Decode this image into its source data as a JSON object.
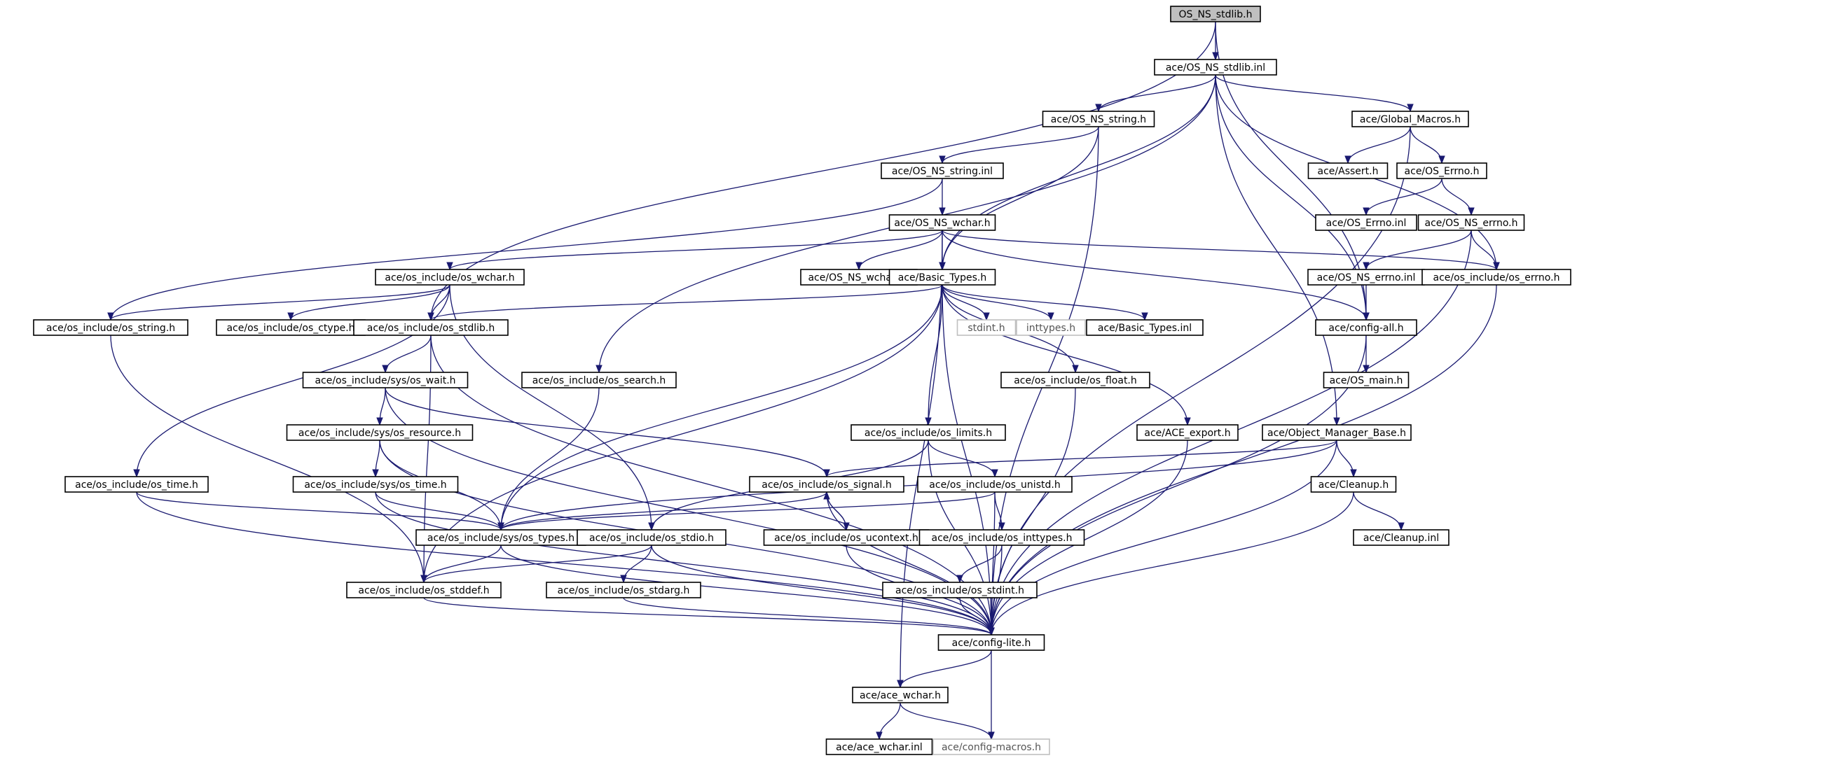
{
  "title": "OS_NS_stdlib.h",
  "colors": {
    "edge": "#191970",
    "root_fill": "#bfbfbf",
    "external_border": "#bfbfbf",
    "node_border": "#000000",
    "background": "#ffffff"
  },
  "nodes": [
    {
      "id": "root",
      "label": "OS_NS_stdlib.h",
      "kind": "root"
    },
    {
      "id": "stdlib_inl",
      "label": "ace/OS_NS_stdlib.inl"
    },
    {
      "id": "os_ns_string_h",
      "label": "ace/OS_NS_string.h"
    },
    {
      "id": "global_macros",
      "label": "ace/Global_Macros.h"
    },
    {
      "id": "os_ns_string_inl",
      "label": "ace/OS_NS_string.inl"
    },
    {
      "id": "assert_h",
      "label": "ace/Assert.h"
    },
    {
      "id": "os_errno_h",
      "label": "ace/OS_Errno.h"
    },
    {
      "id": "os_errno_inl",
      "label": "ace/OS_Errno.inl"
    },
    {
      "id": "os_ns_errno_h",
      "label": "ace/OS_NS_errno.h"
    },
    {
      "id": "os_ns_wchar_h",
      "label": "ace/OS_NS_wchar.h"
    },
    {
      "id": "oi_os_wchar_h",
      "label": "ace/os_include/os_wchar.h"
    },
    {
      "id": "os_ns_wchar_inl",
      "label": "ace/OS_NS_wchar.inl"
    },
    {
      "id": "basic_types_h",
      "label": "ace/Basic_Types.h"
    },
    {
      "id": "os_ns_errno_inl",
      "label": "ace/OS_NS_errno.inl"
    },
    {
      "id": "oi_os_errno_h",
      "label": "ace/os_include/os_errno.h"
    },
    {
      "id": "oi_os_string_h",
      "label": "ace/os_include/os_string.h"
    },
    {
      "id": "oi_os_ctype_h",
      "label": "ace/os_include/os_ctype.h"
    },
    {
      "id": "oi_os_stdlib_h",
      "label": "ace/os_include/os_stdlib.h"
    },
    {
      "id": "stdint_h",
      "label": "stdint.h",
      "kind": "external"
    },
    {
      "id": "inttypes_h",
      "label": "inttypes.h",
      "kind": "external"
    },
    {
      "id": "basic_types_inl",
      "label": "ace/Basic_Types.inl"
    },
    {
      "id": "config_all_h",
      "label": "ace/config-all.h"
    },
    {
      "id": "oi_sys_os_wait_h",
      "label": "ace/os_include/sys/os_wait.h"
    },
    {
      "id": "oi_os_search_h",
      "label": "ace/os_include/os_search.h"
    },
    {
      "id": "oi_os_float_h",
      "label": "ace/os_include/os_float.h"
    },
    {
      "id": "os_main_h",
      "label": "ace/OS_main.h"
    },
    {
      "id": "oi_sys_os_resource_h",
      "label": "ace/os_include/sys/os_resource.h"
    },
    {
      "id": "oi_os_limits_h",
      "label": "ace/os_include/os_limits.h"
    },
    {
      "id": "ace_export_h",
      "label": "ace/ACE_export.h"
    },
    {
      "id": "object_manager_base_h",
      "label": "ace/Object_Manager_Base.h"
    },
    {
      "id": "oi_os_time_h",
      "label": "ace/os_include/os_time.h"
    },
    {
      "id": "oi_sys_os_time_h",
      "label": "ace/os_include/sys/os_time.h"
    },
    {
      "id": "oi_os_signal_h",
      "label": "ace/os_include/os_signal.h"
    },
    {
      "id": "oi_os_unistd_h",
      "label": "ace/os_include/os_unistd.h"
    },
    {
      "id": "cleanup_h",
      "label": "ace/Cleanup.h"
    },
    {
      "id": "oi_sys_os_types_h",
      "label": "ace/os_include/sys/os_types.h"
    },
    {
      "id": "oi_os_stdio_h",
      "label": "ace/os_include/os_stdio.h"
    },
    {
      "id": "oi_os_ucontext_h",
      "label": "ace/os_include/os_ucontext.h"
    },
    {
      "id": "oi_os_inttypes_h",
      "label": "ace/os_include/os_inttypes.h"
    },
    {
      "id": "cleanup_inl",
      "label": "ace/Cleanup.inl"
    },
    {
      "id": "oi_os_stddef_h",
      "label": "ace/os_include/os_stddef.h"
    },
    {
      "id": "oi_os_stdarg_h",
      "label": "ace/os_include/os_stdarg.h"
    },
    {
      "id": "oi_os_stdint_h",
      "label": "ace/os_include/os_stdint.h"
    },
    {
      "id": "config_lite_h",
      "label": "ace/config-lite.h"
    },
    {
      "id": "ace_wchar_h",
      "label": "ace/ace_wchar.h"
    },
    {
      "id": "ace_wchar_inl",
      "label": "ace/ace_wchar.inl"
    },
    {
      "id": "config_macros_h",
      "label": "ace/config-macros.h",
      "kind": "external"
    }
  ],
  "edges": [
    [
      "root",
      "stdlib_inl"
    ],
    [
      "root",
      "oi_os_stdlib_h"
    ],
    [
      "root",
      "config_all_h"
    ],
    [
      "stdlib_inl",
      "os_ns_string_h"
    ],
    [
      "stdlib_inl",
      "global_macros"
    ],
    [
      "stdlib_inl",
      "basic_types_h"
    ],
    [
      "stdlib_inl",
      "oi_os_search_h"
    ],
    [
      "stdlib_inl",
      "oi_os_errno_h"
    ],
    [
      "stdlib_inl",
      "config_all_h"
    ],
    [
      "stdlib_inl",
      "object_manager_base_h"
    ],
    [
      "os_ns_string_h",
      "os_ns_string_inl"
    ],
    [
      "os_ns_string_h",
      "basic_types_h"
    ],
    [
      "os_ns_string_h",
      "config_lite_h"
    ],
    [
      "global_macros",
      "assert_h"
    ],
    [
      "global_macros",
      "os_errno_h"
    ],
    [
      "global_macros",
      "config_lite_h"
    ],
    [
      "os_ns_string_inl",
      "os_ns_wchar_h"
    ],
    [
      "os_ns_string_inl",
      "oi_os_string_h"
    ],
    [
      "os_errno_h",
      "os_errno_inl"
    ],
    [
      "os_errno_h",
      "os_ns_errno_h"
    ],
    [
      "os_ns_errno_h",
      "os_ns_errno_inl"
    ],
    [
      "os_ns_errno_h",
      "oi_os_errno_h"
    ],
    [
      "os_ns_errno_h",
      "config_lite_h"
    ],
    [
      "os_ns_wchar_h",
      "oi_os_wchar_h"
    ],
    [
      "os_ns_wchar_h",
      "os_ns_wchar_inl"
    ],
    [
      "os_ns_wchar_h",
      "basic_types_h"
    ],
    [
      "os_ns_wchar_h",
      "oi_os_errno_h"
    ],
    [
      "os_ns_wchar_h",
      "config_all_h"
    ],
    [
      "os_ns_wchar_h",
      "ace_wchar_h"
    ],
    [
      "oi_os_wchar_h",
      "oi_os_string_h"
    ],
    [
      "oi_os_wchar_h",
      "oi_os_ctype_h"
    ],
    [
      "oi_os_wchar_h",
      "oi_os_stdlib_h"
    ],
    [
      "oi_os_wchar_h",
      "oi_os_time_h"
    ],
    [
      "oi_os_wchar_h",
      "oi_os_stdio_h"
    ],
    [
      "basic_types_h",
      "oi_os_stdlib_h"
    ],
    [
      "basic_types_h",
      "stdint_h"
    ],
    [
      "basic_types_h",
      "inttypes_h"
    ],
    [
      "basic_types_h",
      "basic_types_inl"
    ],
    [
      "basic_types_h",
      "oi_os_float_h"
    ],
    [
      "basic_types_h",
      "oi_os_limits_h"
    ],
    [
      "basic_types_h",
      "ace_export_h"
    ],
    [
      "basic_types_h",
      "oi_sys_os_types_h"
    ],
    [
      "basic_types_h",
      "oi_os_stddef_h"
    ],
    [
      "basic_types_h",
      "config_lite_h"
    ],
    [
      "os_ns_errno_inl",
      "config_all_h"
    ],
    [
      "oi_os_errno_h",
      "config_lite_h"
    ],
    [
      "oi_os_string_h",
      "oi_os_stddef_h"
    ],
    [
      "oi_os_stdlib_h",
      "oi_sys_os_wait_h"
    ],
    [
      "oi_os_stdlib_h",
      "oi_os_stddef_h"
    ],
    [
      "oi_os_stdlib_h",
      "config_lite_h"
    ],
    [
      "config_all_h",
      "os_main_h"
    ],
    [
      "config_all_h",
      "config_lite_h"
    ],
    [
      "oi_sys_os_wait_h",
      "oi_sys_os_resource_h"
    ],
    [
      "oi_sys_os_wait_h",
      "oi_os_signal_h"
    ],
    [
      "oi_sys_os_wait_h",
      "config_lite_h"
    ],
    [
      "oi_os_search_h",
      "oi_sys_os_types_h"
    ],
    [
      "oi_os_float_h",
      "config_lite_h"
    ],
    [
      "oi_sys_os_resource_h",
      "oi_sys_os_time_h"
    ],
    [
      "oi_sys_os_resource_h",
      "oi_sys_os_types_h"
    ],
    [
      "oi_sys_os_resource_h",
      "config_lite_h"
    ],
    [
      "oi_os_limits_h",
      "oi_os_unistd_h"
    ],
    [
      "oi_os_limits_h",
      "oi_os_stdio_h"
    ],
    [
      "oi_os_limits_h",
      "config_lite_h"
    ],
    [
      "ace_export_h",
      "config_lite_h"
    ],
    [
      "object_manager_base_h",
      "cleanup_h"
    ],
    [
      "object_manager_base_h",
      "oi_os_signal_h"
    ],
    [
      "object_manager_base_h",
      "oi_sys_os_types_h"
    ],
    [
      "object_manager_base_h",
      "config_lite_h"
    ],
    [
      "oi_os_time_h",
      "oi_sys_os_types_h"
    ],
    [
      "oi_os_time_h",
      "config_lite_h"
    ],
    [
      "oi_sys_os_time_h",
      "oi_sys_os_types_h"
    ],
    [
      "oi_sys_os_time_h",
      "config_lite_h"
    ],
    [
      "oi_os_signal_h",
      "oi_sys_os_types_h"
    ],
    [
      "oi_os_signal_h",
      "oi_os_ucontext_h"
    ],
    [
      "oi_os_signal_h",
      "config_lite_h"
    ],
    [
      "oi_os_unistd_h",
      "oi_sys_os_types_h"
    ],
    [
      "oi_os_unistd_h",
      "oi_os_inttypes_h"
    ],
    [
      "oi_os_unistd_h",
      "config_lite_h"
    ],
    [
      "cleanup_h",
      "cleanup_inl"
    ],
    [
      "cleanup_h",
      "config_lite_h"
    ],
    [
      "oi_sys_os_types_h",
      "oi_os_stddef_h"
    ],
    [
      "oi_sys_os_types_h",
      "config_lite_h"
    ],
    [
      "oi_os_stdio_h",
      "oi_os_stddef_h"
    ],
    [
      "oi_os_stdio_h",
      "oi_os_stdarg_h"
    ],
    [
      "oi_os_stdio_h",
      "config_lite_h"
    ],
    [
      "oi_os_ucontext_h",
      "oi_os_signal_h"
    ],
    [
      "oi_os_ucontext_h",
      "config_lite_h"
    ],
    [
      "oi_os_inttypes_h",
      "oi_os_stdint_h"
    ],
    [
      "oi_os_inttypes_h",
      "config_lite_h"
    ],
    [
      "oi_os_stddef_h",
      "config_lite_h"
    ],
    [
      "oi_os_stdarg_h",
      "config_lite_h"
    ],
    [
      "oi_os_stdint_h",
      "config_lite_h"
    ],
    [
      "config_lite_h",
      "ace_wchar_h"
    ],
    [
      "config_lite_h",
      "config_macros_h"
    ],
    [
      "ace_wchar_h",
      "ace_wchar_inl"
    ],
    [
      "ace_wchar_h",
      "config_macros_h"
    ]
  ]
}
